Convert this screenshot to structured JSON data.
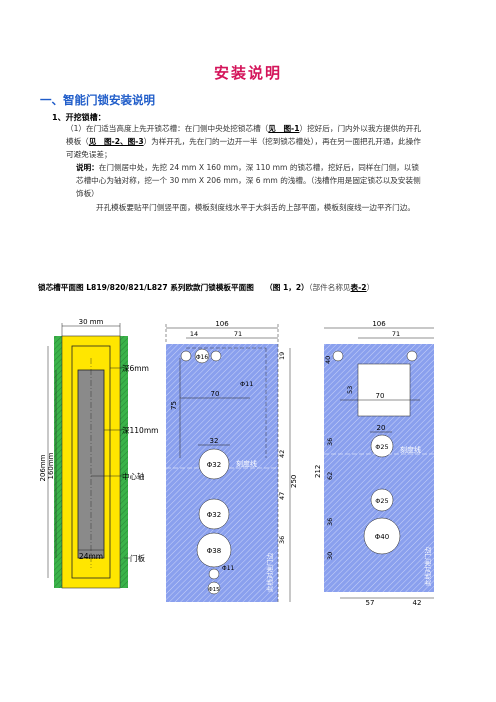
{
  "title": "安装说明",
  "section1": "一、智能门锁安装说明",
  "step1": "1、开挖锁槽：",
  "p1": {
    "a": "（1）在门适当高度上先开锁芯槽：在门侧中央处挖锁芯槽（",
    "ref1": "见　图-1",
    "b": "）挖好后，门内外以我方提供的开孔模板（",
    "ref2": "见　图-2、图-3",
    "c": "）为样开孔，先在门的一边开一半（挖到锁芯槽处），再在另一面把孔开通，此操作可避免误差；"
  },
  "p2": {
    "label": "说明：",
    "text": "在门侧居中处，先挖 24 mm X 160 mm，深 110 mm 的锁芯槽，挖好后，同样在门侧，以锁芯槽中心为轴对称，挖一个 30 mm X 206 mm，深 6 mm 的浅槽。（浅槽作用是固定锁芯以及安装侧饰板）"
  },
  "p3": "开孔模板要贴平门侧竖平面，模板刻度线水平于大斜舌的上部平面，模板刻度线一边平齐门边。",
  "caption": {
    "bold": "锁芯槽平面图 L819/820/821/L827 系列欧款门锁模板平面图　　（图 1，2）",
    "gray": "（部件名称见",
    "ref": "表-2",
    "end": "）"
  },
  "fig1": {
    "w30": "30 mm",
    "d6": "深6mm",
    "d110": "深110mm",
    "axis": "中心轴",
    "h206": "206mm",
    "h160": "160mm",
    "w24": "24mm",
    "door": "门板"
  },
  "fig2": {
    "d106": "106",
    "d14": "14",
    "d71": "71",
    "d19": "19",
    "phi16": "Φ16",
    "phi11": "Φ11",
    "d70": "70",
    "d75": "75",
    "d32": "32",
    "phi32": "Φ32",
    "scale": "刻度线",
    "d42": "42",
    "d250": "250",
    "d47": "47",
    "phi32b": "Φ32",
    "d36": "36",
    "phi38": "Φ38",
    "phi11b": "Φ11",
    "phi15": "Φ15",
    "side": "此线对准门边"
  },
  "fig3": {
    "d106": "106",
    "d71": "71",
    "d40": "40",
    "d53": "53",
    "d70": "70",
    "d20": "20",
    "phi25": "Φ25",
    "scale": "刻度线",
    "d36": "36",
    "d212": "212",
    "d62": "62",
    "phi25b": "Φ25",
    "d36b": "36",
    "phi40": "Φ40",
    "d30": "30",
    "d57": "57",
    "d42": "42",
    "side": "此线对准门边"
  },
  "colors": {
    "title": "#d4145a",
    "heading": "#1f5cc9",
    "slot": "#ffe600",
    "template": "#8aa0ee"
  }
}
